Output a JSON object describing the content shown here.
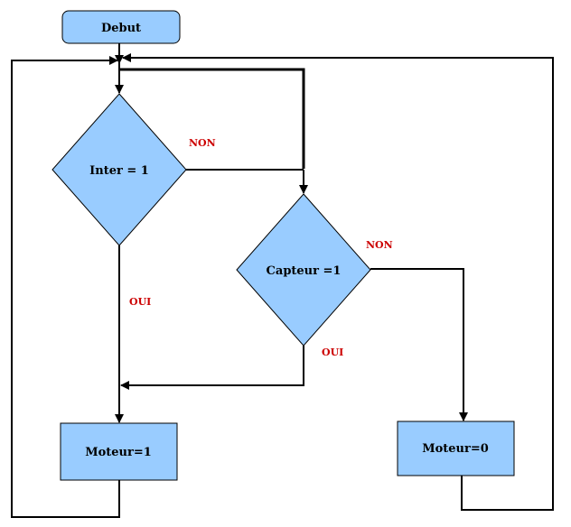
{
  "nodes": {
    "start": "Debut",
    "decision_inter": "Inter = 1",
    "decision_capteur": "Capteur =1",
    "motor_on": "Moteur=1",
    "motor_off": "Moteur=0"
  },
  "labels": {
    "inter_no": "NON",
    "inter_yes": "OUI",
    "capteur_no": "NON",
    "capteur_yes": "OUI"
  },
  "colors": {
    "shape_fill": "#99CCFF",
    "shape_stroke": "#000000",
    "line": "#000000",
    "label": "#CC0000"
  }
}
